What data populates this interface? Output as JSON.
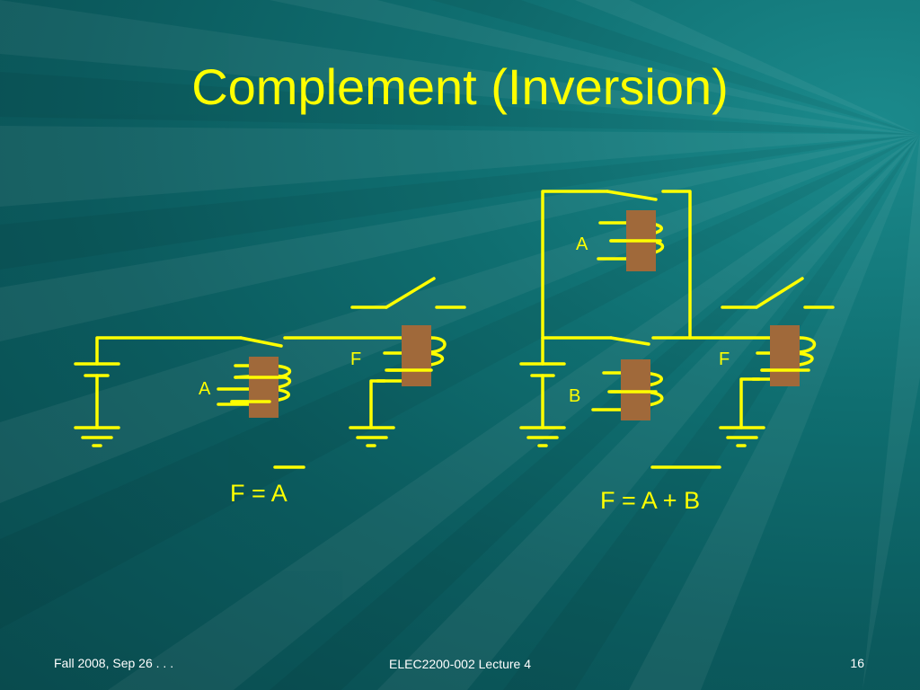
{
  "slide": {
    "title": "Complement (Inversion)",
    "colors": {
      "background": "#0b5a5d",
      "wire": "#ffff00",
      "relay_core": "#a0693a",
      "text": "#ffff00",
      "footer_text": "#ffffff"
    }
  },
  "circuit_left": {
    "coil_label": "A",
    "output_label": "F",
    "equation": {
      "lhs": "F = ",
      "overbar_term": "A"
    }
  },
  "circuit_right": {
    "coil_top_label": "A",
    "coil_bottom_label": "B",
    "output_label": "F",
    "equation": {
      "lhs": "F = ",
      "overbar_term": "A + B"
    }
  },
  "footer": {
    "left": "Fall 2008, Sep 26 . . .",
    "center": "ELEC2200-002 Lecture 4",
    "right": "16"
  }
}
